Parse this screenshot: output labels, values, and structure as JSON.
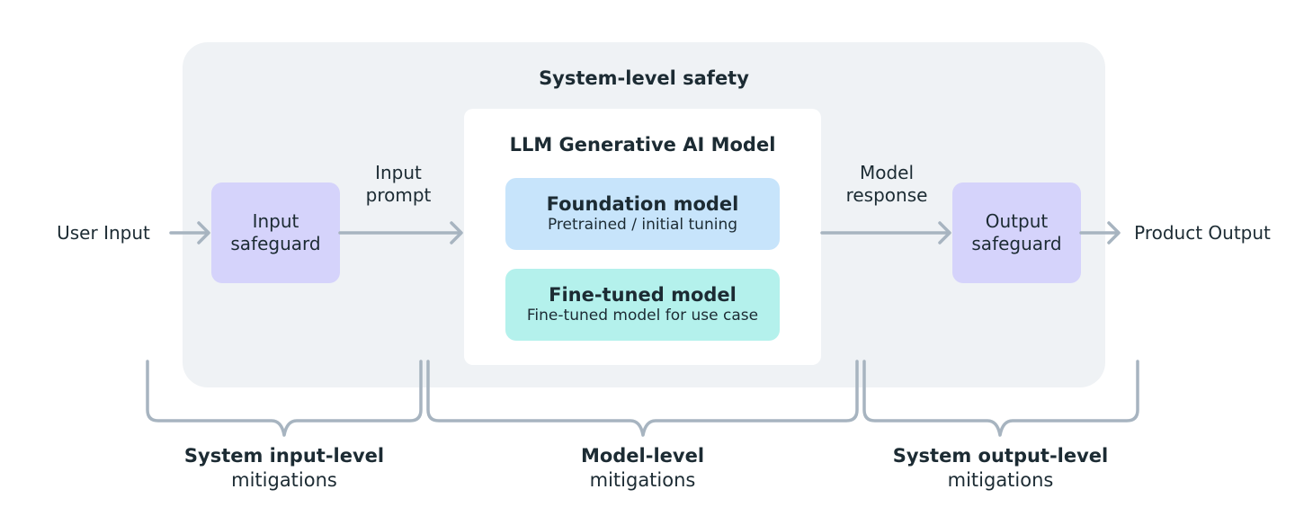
{
  "system": {
    "title": "System-level safety"
  },
  "model": {
    "title": "LLM Generative AI Model",
    "foundation": {
      "title": "Foundation model",
      "subtitle": "Pretrained / initial tuning"
    },
    "finetuned": {
      "title": "Fine-tuned model",
      "subtitle": "Fine-tuned model for use case"
    }
  },
  "flow": {
    "user_input": "User Input",
    "input_safeguard": [
      "Input",
      "safeguard"
    ],
    "input_prompt": [
      "Input",
      "prompt"
    ],
    "model_response": [
      "Model",
      "response"
    ],
    "output_safeguard": [
      "Output",
      "safeguard"
    ],
    "product_output": "Product Output"
  },
  "mitigations": {
    "input": {
      "title": "System input-level",
      "subtitle": "mitigations"
    },
    "model": {
      "title": "Model-level",
      "subtitle": "mitigations"
    },
    "output": {
      "title": "System output-level",
      "subtitle": "mitigations"
    }
  },
  "colors": {
    "panel": "#eff2f5",
    "safeguard": "#d5d3fb",
    "foundation": "#c7e4fb",
    "finetuned": "#b4f1ec",
    "connector": "#a7b4c0"
  }
}
